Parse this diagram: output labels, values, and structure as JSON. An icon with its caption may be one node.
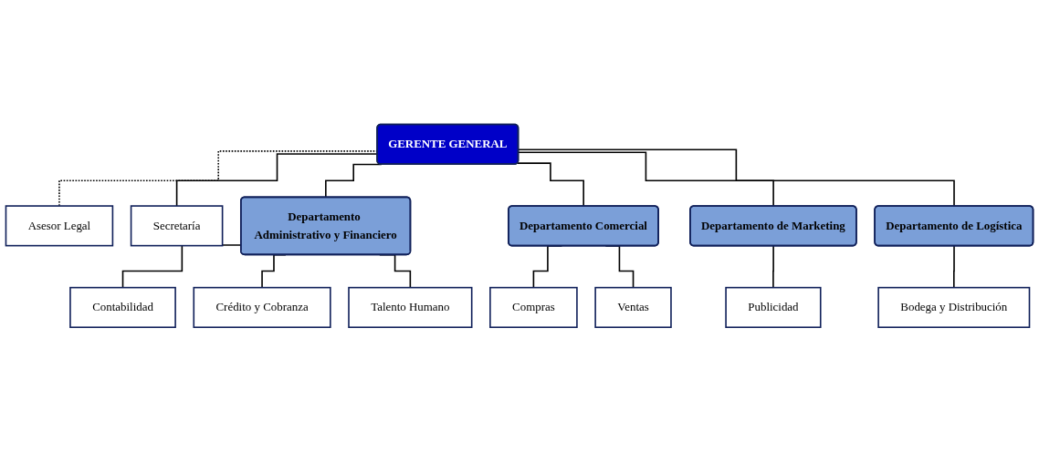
{
  "diagram": {
    "nodes": [
      {
        "text": [
          "GERENTE GENERAL"
        ]
      },
      {
        "text": [
          "Asesor Legal"
        ]
      },
      {
        "text": [
          "Secretaría"
        ]
      },
      {
        "text": [
          "Departamento Administrativo y Financiero"
        ]
      },
      {
        "text": [
          "Departamento Comercial"
        ]
      },
      {
        "text": [
          "Departamento de Marketing"
        ]
      },
      {
        "text": [
          "Departamento de Logística"
        ]
      },
      {
        "text": [
          "Contabilidad"
        ]
      },
      {
        "text": [
          "Crédito y Cobranza"
        ]
      },
      {
        "text": [
          "Talento Humano"
        ]
      },
      {
        "text": [
          "Compras"
        ]
      },
      {
        "text": [
          "Ventas"
        ]
      },
      {
        "text": [
          "Publicidad"
        ]
      },
      {
        "text": [
          "Bodega y Distribución"
        ]
      }
    ],
    "edges": [
      {
        "from": 0,
        "to": 1,
        "arrow": "none",
        "style": "dashed"
      },
      {
        "from": 0,
        "to": 2,
        "arrow": "none"
      },
      {
        "from": 0,
        "to": 3,
        "arrow": "none"
      },
      {
        "from": 0,
        "to": 4,
        "arrow": "none"
      },
      {
        "from": 0,
        "to": 5,
        "arrow": "none"
      },
      {
        "from": 0,
        "to": 6,
        "arrow": "none"
      },
      {
        "from": 3,
        "to": 7,
        "arrow": "none"
      },
      {
        "from": 3,
        "to": 8,
        "arrow": "none"
      },
      {
        "from": 3,
        "to": 9,
        "arrow": "none"
      },
      {
        "from": 4,
        "to": 10,
        "arrow": "none"
      },
      {
        "from": 4,
        "to": 11,
        "arrow": "none"
      },
      {
        "from": 5,
        "to": 12,
        "arrow": "none"
      },
      {
        "from": 6,
        "to": 13,
        "arrow": "none"
      }
    ]
  }
}
